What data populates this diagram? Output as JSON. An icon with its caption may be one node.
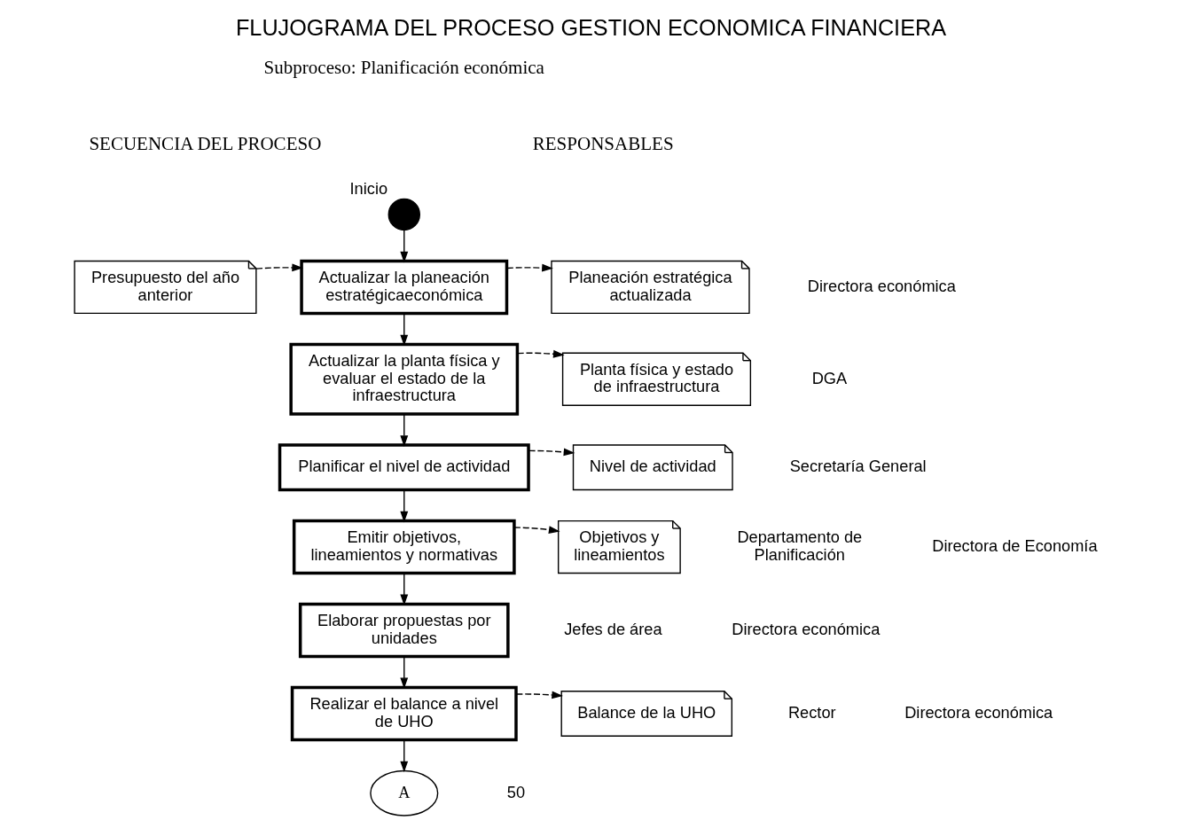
{
  "diagram": {
    "title": "FLUJOGRAMA DEL PROCESO GESTION ECONOMICA FINANCIERA",
    "nodes": [
      {
        "text": [],
        "shape": "circle",
        "beside": [
          "Inicio"
        ]
      },
      {
        "text": [
          "Presupuesto del año anterior"
        ]
      },
      {
        "text": [
          "Actualizar la planeación estratégicaeconómica"
        ]
      },
      {
        "text": [
          "Planeación estratégica actualizada"
        ]
      },
      {
        "text": [
          "Actualizar la planta física y evaluar el estado de la infraestructura"
        ]
      },
      {
        "text": [
          "Planta física y estado de infraestructura"
        ]
      },
      {
        "text": [
          "Planificar el nivel de actividad"
        ]
      },
      {
        "text": [
          "Nivel de actividad"
        ]
      },
      {
        "text": [
          "Emitir objetivos, lineamientos y normativas"
        ]
      },
      {
        "text": [
          "Objetivos y lineamientos"
        ]
      },
      {
        "text": [
          "Elaborar propuestas por unidades"
        ]
      },
      {
        "text": [
          "Realizar el balance a nivel de UHO"
        ]
      },
      {
        "text": [
          "Balance de la UHO"
        ]
      },
      {
        "text": [
          "A"
        ]
      }
    ],
    "edges": [
      {
        "from": 0,
        "to": 2,
        "arrow": "to"
      },
      {
        "from": 1,
        "to": 2,
        "arrow": "to",
        "style": "dashed"
      },
      {
        "from": 2,
        "to": 3,
        "arrow": "to",
        "style": "dashed"
      },
      {
        "from": 2,
        "to": 4,
        "arrow": "to"
      },
      {
        "from": 4,
        "to": 5,
        "arrow": "to",
        "style": "dashed"
      },
      {
        "from": 4,
        "to": 6,
        "arrow": "to"
      },
      {
        "from": 6,
        "to": 7,
        "arrow": "to",
        "style": "dashed"
      },
      {
        "from": 6,
        "to": 8,
        "arrow": "to"
      },
      {
        "from": 8,
        "to": 9,
        "arrow": "to",
        "style": "dashed"
      },
      {
        "from": 8,
        "to": 10,
        "arrow": "to"
      },
      {
        "from": 10,
        "to": 11,
        "arrow": "to"
      },
      {
        "from": 11,
        "to": 12,
        "arrow": "to",
        "style": "dashed"
      },
      {
        "from": 11,
        "to": 13,
        "arrow": "to"
      }
    ],
    "labels": [
      "Subproceso: Planificación económica",
      "SECUENCIA DEL PROCESO",
      "RESPONSABLES",
      "Directora económica",
      "DGA",
      "Secretaría General",
      "Departamento de Planificación",
      "Directora de Economía",
      "Jefes de área",
      "Directora económica",
      "Rector",
      "Directora económica",
      "50"
    ]
  }
}
